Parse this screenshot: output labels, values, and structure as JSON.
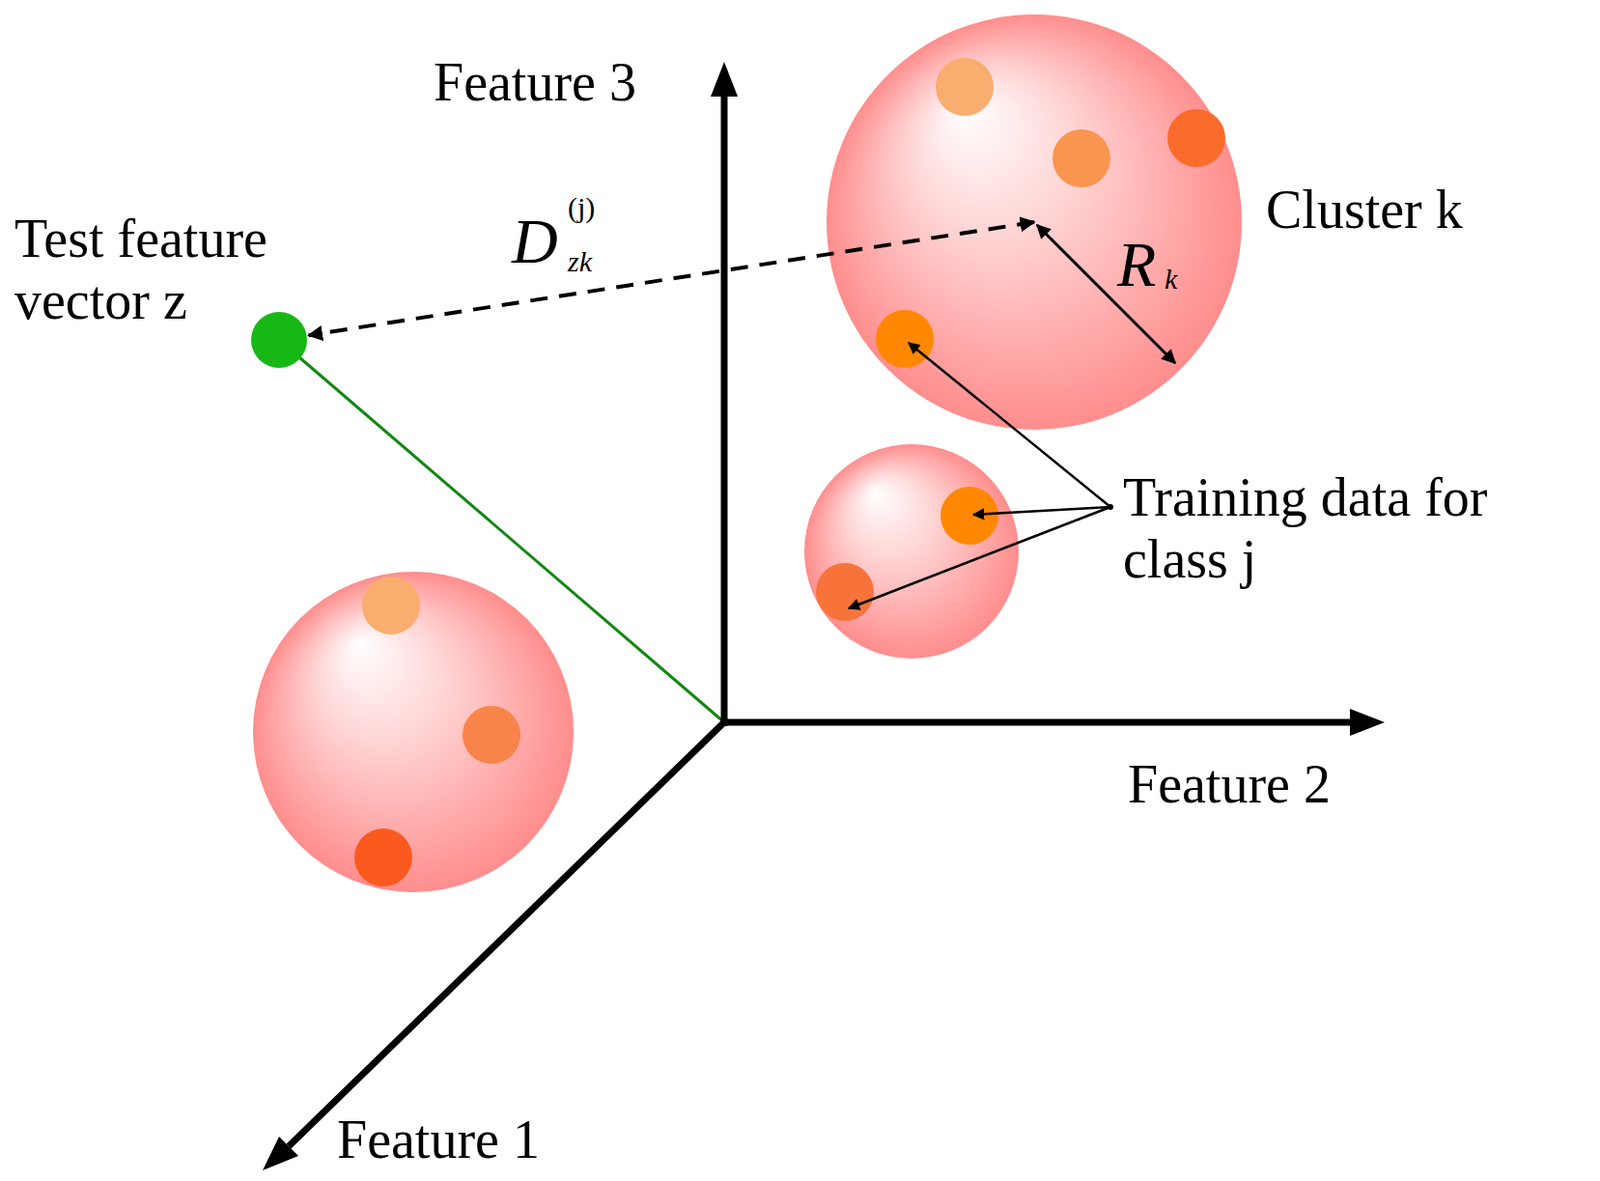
{
  "diagram": {
    "nodes": [
      {
        "text": [
          "Test feature vector z"
        ]
      },
      {
        "text": [
          "Cluster k"
        ]
      }
    ],
    "edges": [
      {
        "from": 1,
        "to": 0,
        "arrow": "both",
        "label": "D"
      }
    ],
    "labels": [
      "Feature 3",
      "Feature 2",
      "Feature 1",
      "(j)",
      "zk",
      "R",
      "k",
      "Training data for class j"
    ]
  }
}
